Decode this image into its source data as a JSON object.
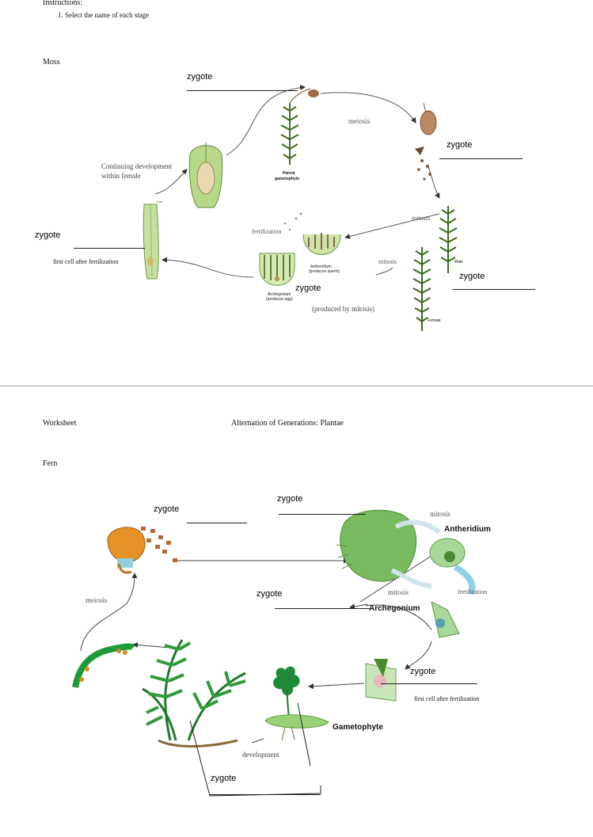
{
  "header": {
    "instructions_title": "Instructions:",
    "instruction_1": "1.   Select the name of each stage"
  },
  "moss": {
    "title": "Moss",
    "answers": [
      "zygote",
      "zygote",
      "zygote",
      "zygote",
      "zygote"
    ],
    "labels": {
      "meiosis": "meiosis",
      "continuing": "Continuing development",
      "within_female": "within female",
      "parent": "Parent",
      "gametophyte": "gametophyte",
      "mitosis1": "mitosis",
      "mitosis2": "mitosis",
      "fertilization": "fertilization",
      "antheridium": "Antheridium",
      "produces_sperm": "(produces sperm)",
      "archegonium": "Archegonium",
      "produces_egg": "(produces egg)",
      "produced_by_mitosis": "(produced by mitosis)",
      "male": "Male",
      "female": "Female",
      "first_cell": "first cell after fertilization"
    }
  },
  "page2": {
    "worksheet": "Worksheet",
    "heading": "Alternation of Generations: Plantae"
  },
  "fern": {
    "title": "Fern",
    "answers": [
      "zygote",
      "zygote",
      "zygote",
      "zygote",
      "zygote"
    ],
    "labels": {
      "mitosis1": "mitosis",
      "antheridium": "Antheridium",
      "mitosis2": "mitosis",
      "fertilization": "fertilization",
      "archegonium": "Archegonium",
      "meiosis": "meiosis",
      "gametophyte": "Gametophyte",
      "development": "development",
      "first_cell": "first cell after fertilization"
    }
  }
}
